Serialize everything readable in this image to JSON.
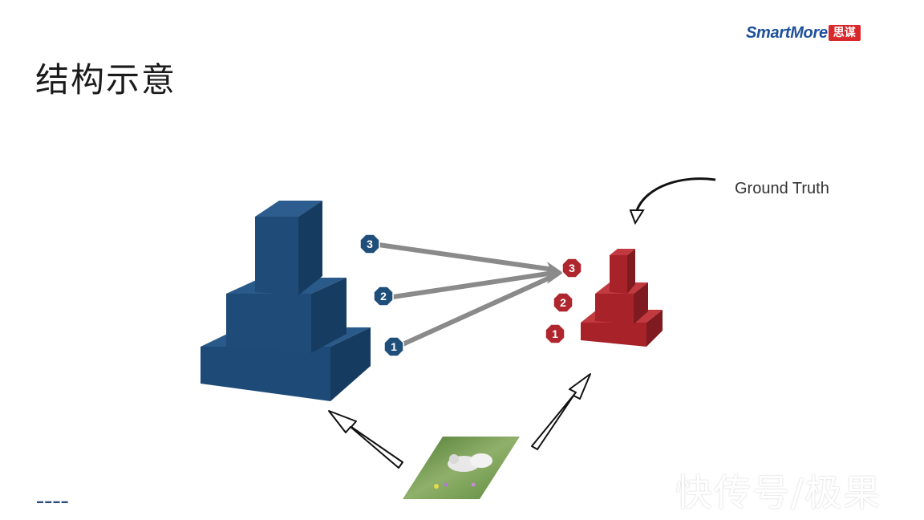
{
  "slide": {
    "title": "结构示意",
    "logo": {
      "text": "SmartMore",
      "badge": "思谋",
      "accent": "#1d4f9c",
      "badge_color": "#d8282b"
    },
    "ground_truth_label": "Ground Truth",
    "watermark": "快传号/极果",
    "footnote": "▬ ▬ ▬ ▬"
  },
  "pyramids": {
    "prediction": {
      "color": "#1f4e7a",
      "levels": 3
    },
    "ground_truth": {
      "color": "#b0262e",
      "levels": 3
    }
  },
  "badges": {
    "prediction": [
      "3",
      "2",
      "1"
    ],
    "ground_truth": [
      "3",
      "2",
      "1"
    ]
  },
  "colors": {
    "connector": "#8a8a8a",
    "input_image": "#6f9a4e"
  }
}
